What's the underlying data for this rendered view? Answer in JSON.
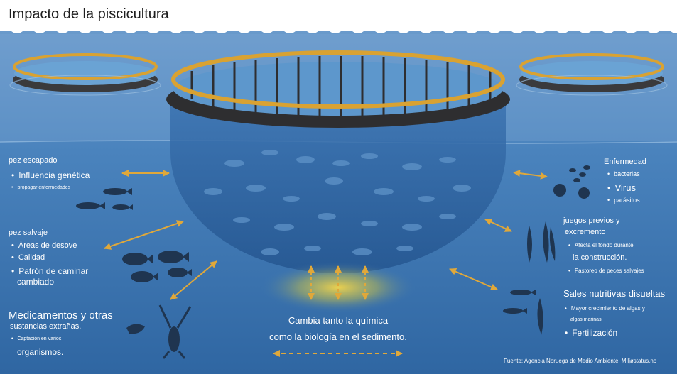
{
  "title": "Impacto de la piscicultura",
  "escaped": {
    "heading": "pez escapado",
    "items": [
      "Influencia genética",
      "propagar enfermedades"
    ]
  },
  "wild": {
    "heading": "pez salvaje",
    "items": [
      "Áreas de desove",
      "Calidad",
      "Patrón de caminar",
      "cambiado"
    ]
  },
  "meds": {
    "heading_line1": "Medicamentos y otras",
    "heading_line2": "sustancias extrañas.",
    "items": [
      "Captación en varios",
      "organismos."
    ]
  },
  "disease": {
    "heading": "Enfermedad",
    "items": [
      "bacterias",
      "Virus",
      "parásitos"
    ]
  },
  "feed": {
    "heading_line1": "juegos previos y",
    "heading_line2": "excremento",
    "items": [
      "Afecta el fondo durante",
      "la construcción.",
      "Pastoreo de peces salvajes"
    ]
  },
  "nutrients": {
    "heading": "Sales nutritivas disueltas",
    "items": [
      "Mayor crecimiento de algas y",
      "algas marinas.",
      "Fertilización"
    ]
  },
  "sediment": {
    "line1": "Cambia tanto la química",
    "line2": "como la biología en el sedimento."
  },
  "source": "Fuente: Agencia Noruega de Medio Ambiente, Miljøstatus.no",
  "colors": {
    "sea_light": "#5b8fc4",
    "sea_mid": "#3e77b2",
    "sea_deep": "#2a5e9a",
    "net": "#2f68a8",
    "arrow": "#e0a83a",
    "ring": "#d9a232",
    "ring_dark": "#3a3a3c"
  }
}
